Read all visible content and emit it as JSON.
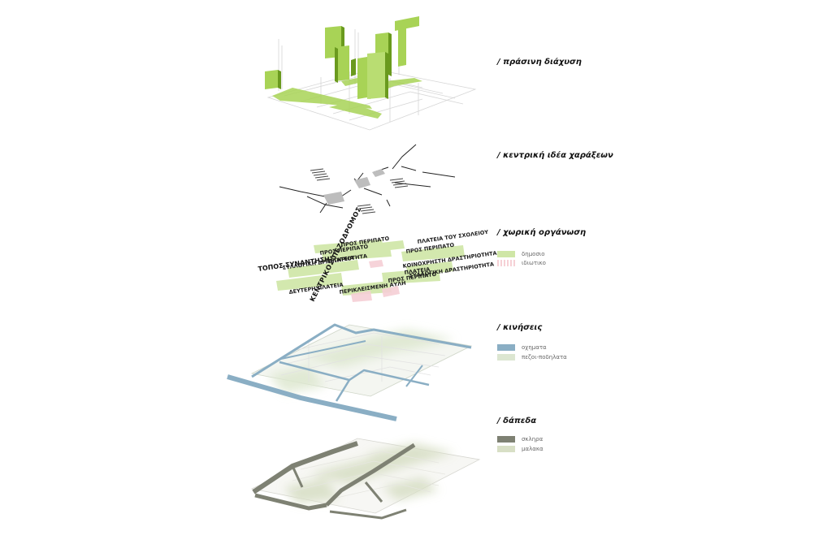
{
  "colors": {
    "green": "#a8d356",
    "green_dark": "#6a9a1e",
    "green_soft": "#cfe6b6",
    "pink": "#f4c6cc",
    "blue": "#8aaec4",
    "grey": "#7e8173",
    "pale_green": "#dde7cf",
    "line": "#c9c9c9"
  },
  "layers": [
    {
      "title": "/ πράσινη διάχυση",
      "legend": []
    },
    {
      "title": "/ κεντρική ιδέα χαράξεων",
      "legend": []
    },
    {
      "title": "/ χωρική οργάνωση",
      "legend": [
        {
          "label": "δημοσιο",
          "color": "#cfe6a6"
        },
        {
          "label": "ιδιωτικο",
          "color": "#f6d1d6"
        }
      ]
    },
    {
      "title": "/ κινήσεις",
      "legend": [
        {
          "label": "οχηματα",
          "color": "#8aaec4"
        },
        {
          "label": "πεζοι-ποδηλατα",
          "color": "#dce6d1"
        }
      ]
    },
    {
      "title": "/ δάπεδα",
      "legend": [
        {
          "label": "σκληρα",
          "color": "#7e8173"
        },
        {
          "label": "μαλακα",
          "color": "#d8dfc6"
        }
      ]
    }
  ],
  "map_labels": {
    "main_walk": "ΚΕΝΤΡΙΚΟΣ ΠΕΖΟΔΡΟΜΟΣ",
    "meeting_place": "ΤΟΠΟΣ ΣΥΝΑΝΤΗΣΗΣ",
    "secondary_square": "ΔΕΥΤΕΡΗ ΠΛΑΤΕΙΑ",
    "courtyard": "ΠΕΡΙΚΛΕΙΣΜΕΝΗ ΑΥΛΗ",
    "walk_1": "ΠΡΟΣ ΠΕΡΙΠΑΤΟ",
    "walk_2": "ΠΡΟΣ ΠΕΡΙΠΑΤΟ",
    "walk_3": "ΠΡΟΣ ΠΕΡΙΠΑΤΟ",
    "walk_4": "ΠΡΟΣ ΠΕΡΙΠΑΤΟ",
    "collective_1": "ΣΥΛΛΟΓΙΚΗ ΔΡΑΣΤΗΡΙΟΤΗΤΑ",
    "collective_2": "ΚΟΙΝΟΧΡΗΣΤΗ ΔΡΑΣΤΗΡΙΟΤΗΤΑ",
    "collective_3": "ΣΥΛΛΟΓΙΚΗ ΔΡΑΣΤΗΡΙΟΤΗΤΑ",
    "square_a": "ΠΛΑΤΕΙΑ",
    "square_b": "ΠΛΑΤΕΙΑ",
    "square_c": "ΠΛΑΤΕΙΑ ΤΟΥ ΣΧΟΛΕΙΟΥ"
  }
}
